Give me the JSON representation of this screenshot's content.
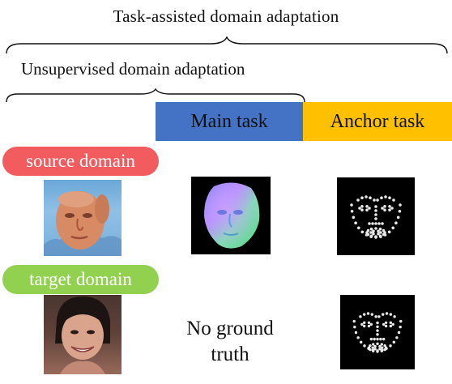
{
  "labels": {
    "task_assisted": "Task-assisted domain adaptation",
    "unsupervised": "Unsupervised domain adaptation",
    "main_task": "Main task",
    "anchor_task": "Anchor task",
    "source_domain": "source domain",
    "target_domain": "target domain",
    "no_ground_truth_line1": "No ground",
    "no_ground_truth_line2": "truth"
  },
  "colors": {
    "main_task_bar": "#4472c4",
    "anchor_task_bar": "#ffc000",
    "source_pill": "#f25c5f",
    "target_pill": "#92d050"
  }
}
